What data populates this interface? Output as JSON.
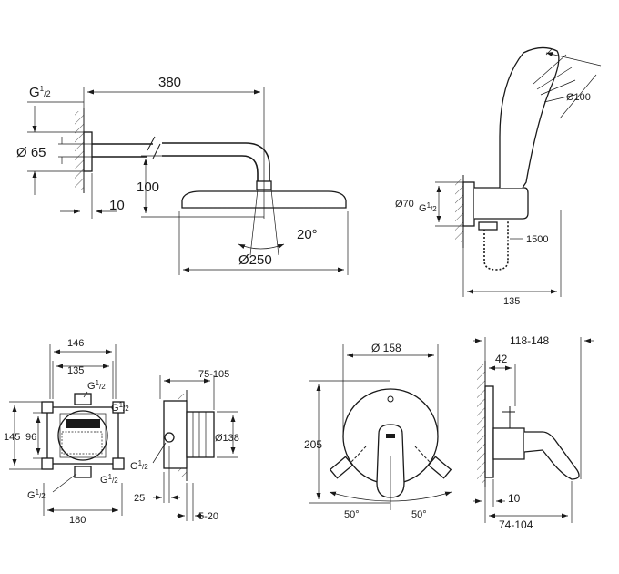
{
  "shower_head": {
    "thread_g": "G",
    "thread_num": "1",
    "thread_den": "2",
    "flange_diameter": "Ø 65",
    "arm_length": "380",
    "drop": "100",
    "wall_offset": "10",
    "tilt_angle": "20°",
    "head_diameter": "Ø250"
  },
  "hand_shower": {
    "head_diameter": "Ø100",
    "elbow_diameter": "Ø70",
    "thread_g": "G",
    "thread_num": "1",
    "thread_den": "2",
    "hose_length": "1500",
    "projection": "135"
  },
  "box_front": {
    "width_outer": "146",
    "width_inner": "135",
    "height_outer": "145",
    "height_inner": "96",
    "width_bottom": "180",
    "thread_g": "G",
    "thread_num": "1",
    "thread_den": "2"
  },
  "box_side": {
    "depth": "75-105",
    "diameter": "Ø138",
    "offset": "25",
    "plaster": "5-20",
    "thread_g": "G",
    "thread_num": "1",
    "thread_den": "2"
  },
  "mixer_front": {
    "plate_diameter": "Ø 158",
    "height": "205",
    "angle_left": "50°",
    "angle_right": "50°"
  },
  "mixer_side": {
    "projection_range": "118-148",
    "depth": "42",
    "offset": "10",
    "range_bottom": "74-104"
  }
}
